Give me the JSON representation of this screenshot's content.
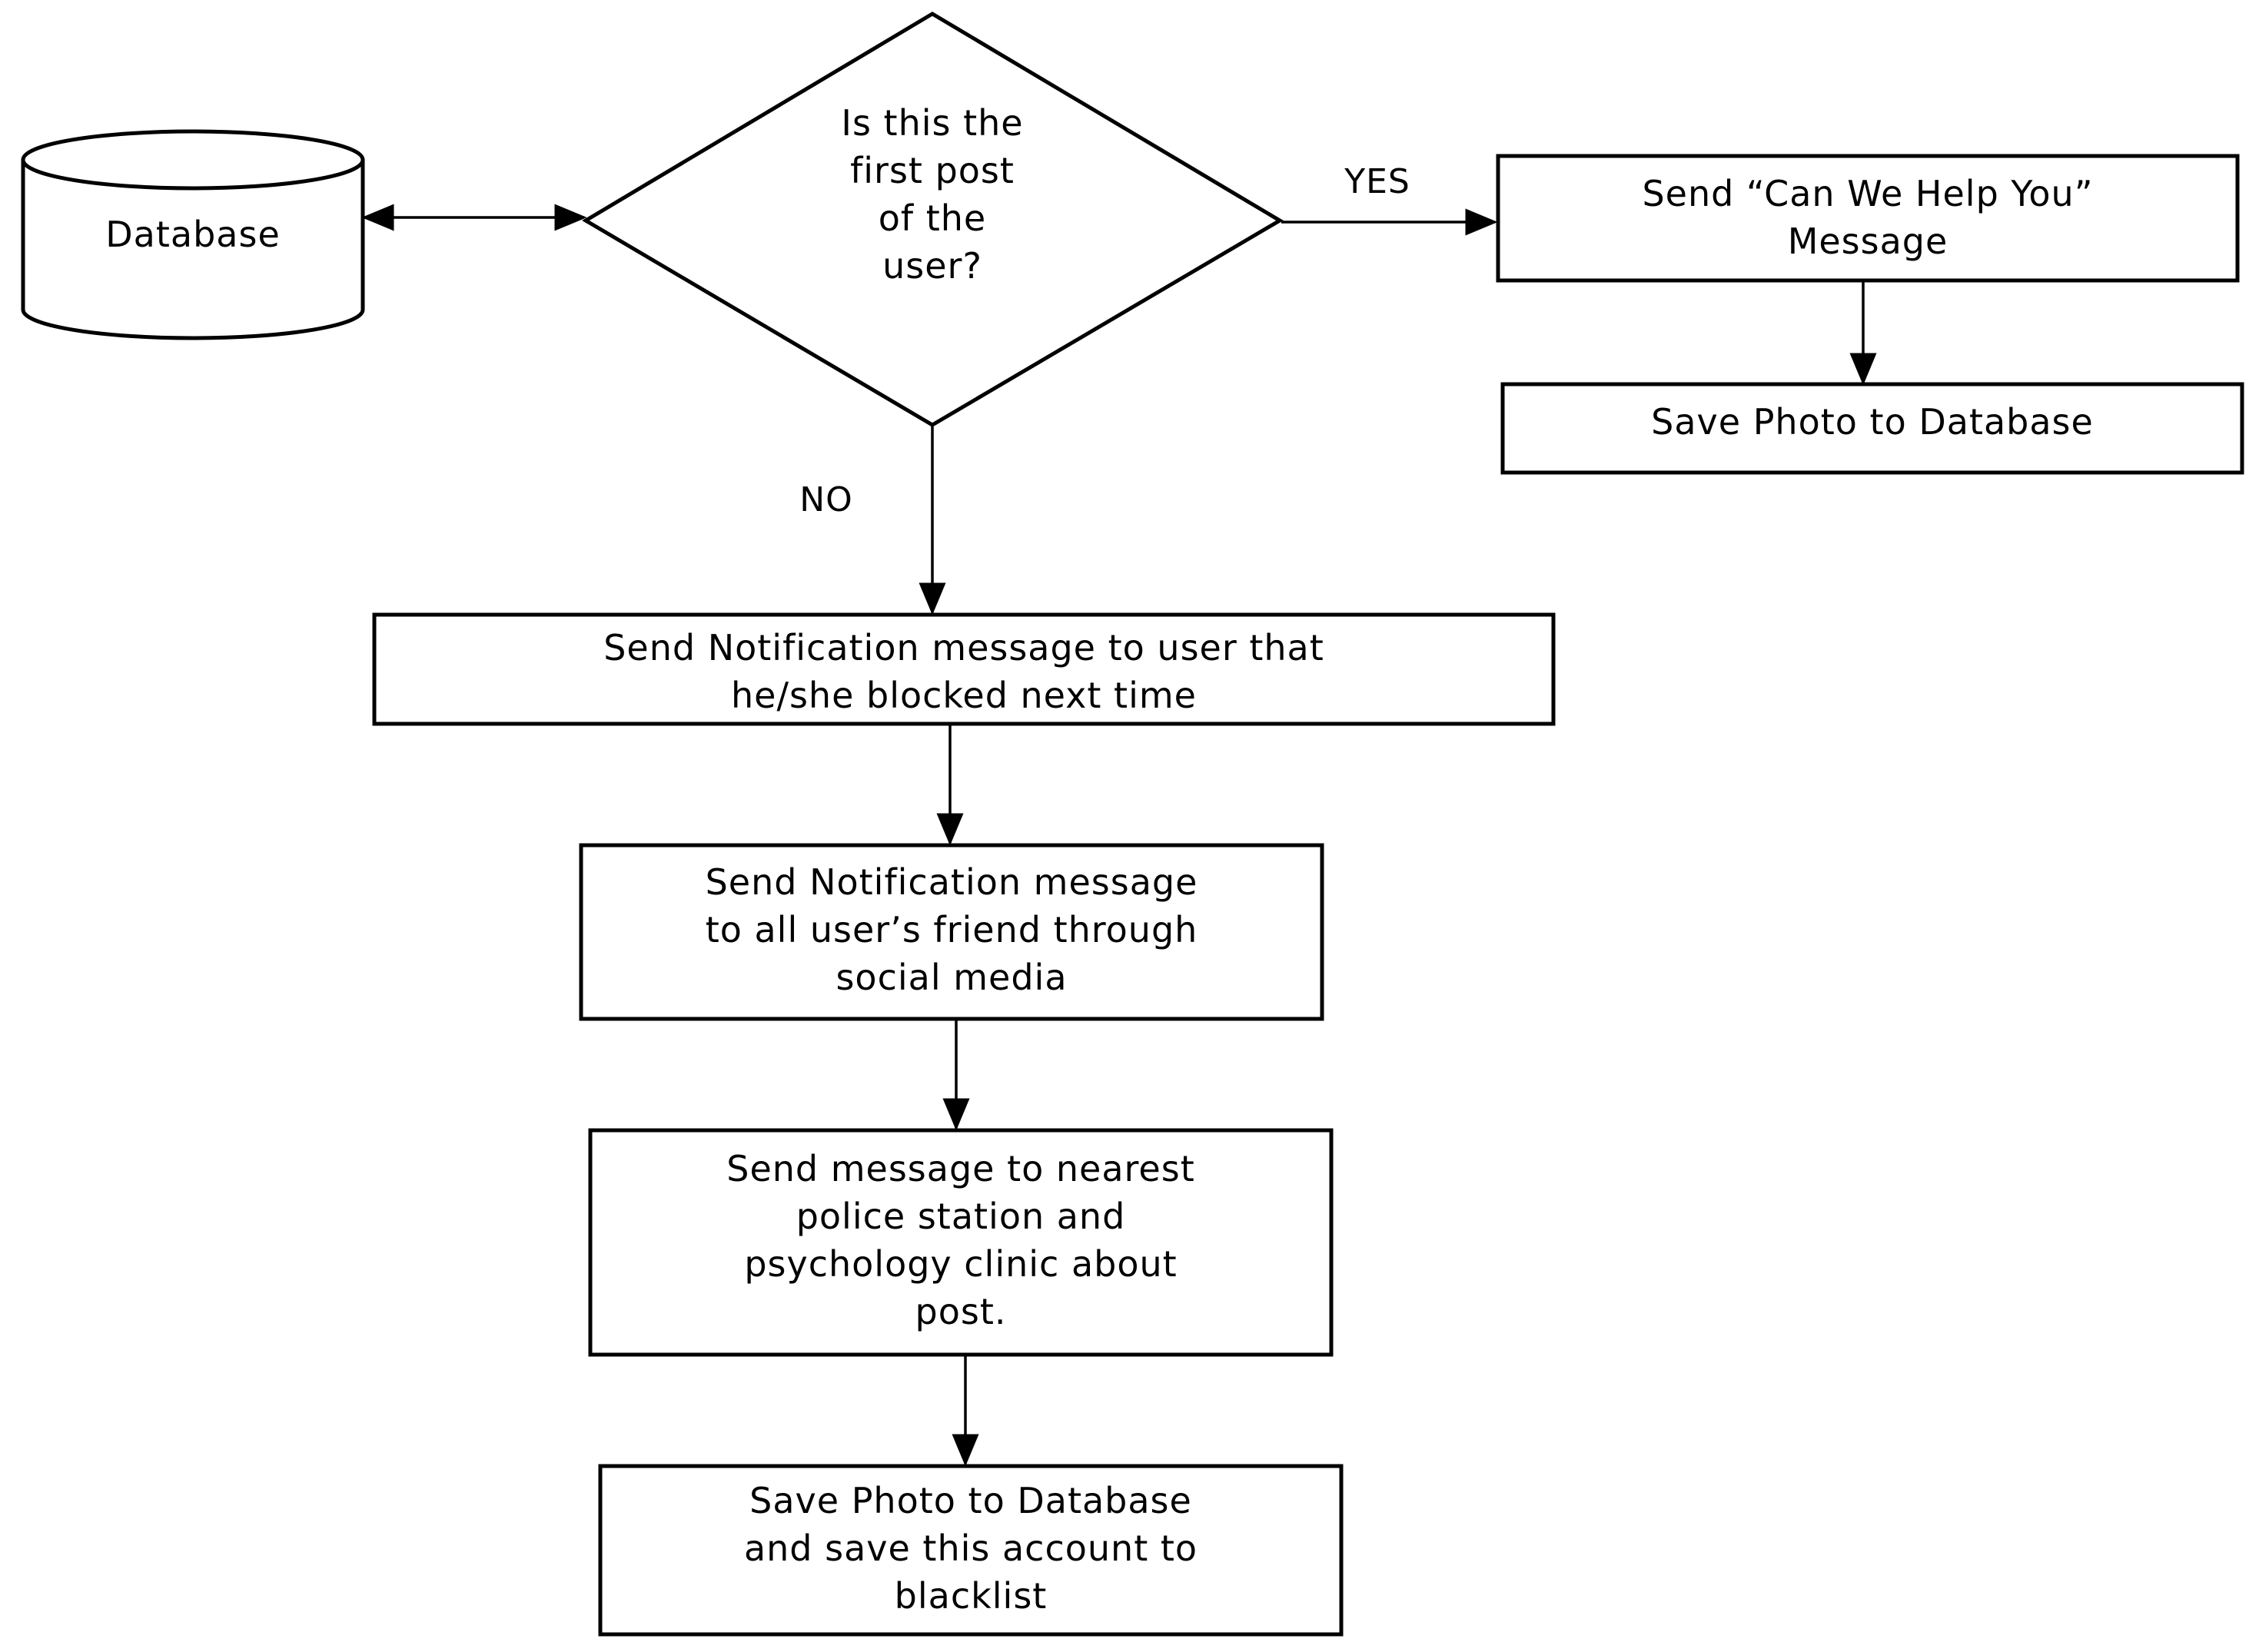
{
  "nodes": {
    "database": {
      "lines": [
        "Database"
      ]
    },
    "decision": {
      "lines": [
        "Is this the",
        "first post",
        "of the",
        "user?"
      ]
    },
    "send_help": {
      "lines": [
        "Send “Can We Help You”",
        "Message"
      ]
    },
    "save_photo": {
      "lines": [
        "Save Photo to Database"
      ]
    },
    "notify_user": {
      "lines": [
        "Send Notification message to user that",
        "he/she blocked next time"
      ]
    },
    "notify_friends": {
      "lines": [
        "Send Notification message",
        "to all user’s friend through",
        "social media"
      ]
    },
    "notify_police": {
      "lines": [
        "Send message to nearest",
        "police station and",
        "psychology clinic about",
        "post."
      ]
    },
    "save_blacklist": {
      "lines": [
        "Save Photo to Database",
        "and save this account to",
        "blacklist"
      ]
    }
  },
  "edges": {
    "yes_label": "YES",
    "no_label": "NO"
  }
}
